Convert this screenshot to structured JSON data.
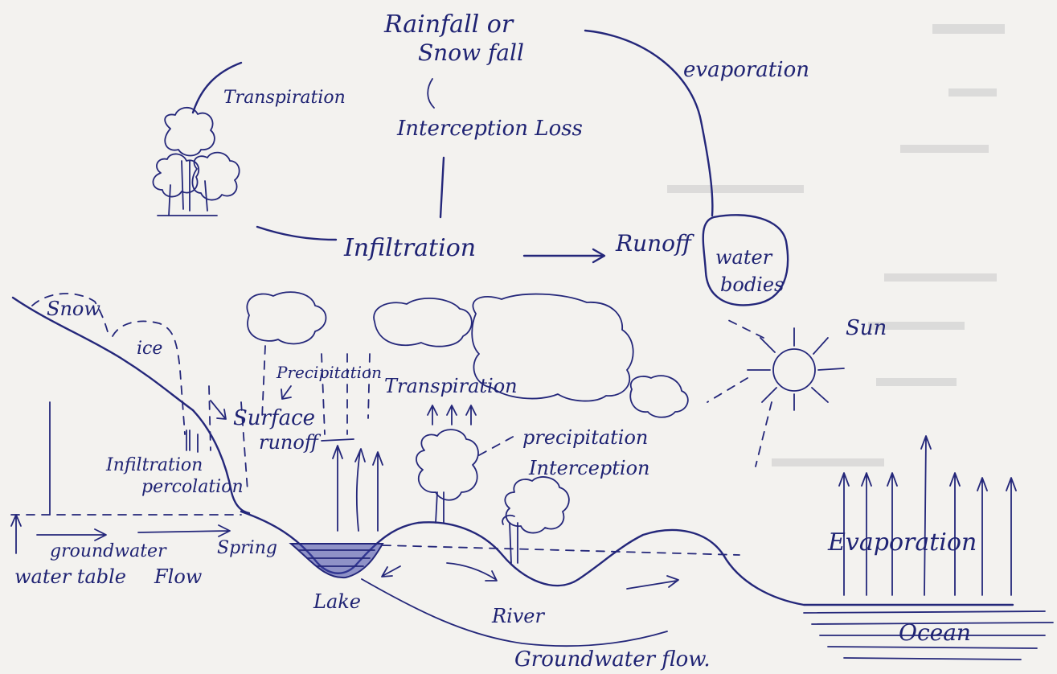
{
  "colors": {
    "paper": "#f3f2ef",
    "ink": "#24277a",
    "lake_fill": "#3d43a6"
  },
  "top_cycle": {
    "rainfall_line1": "Rainfall or",
    "rainfall_line2": "Snow fall",
    "evaporation": "evaporation",
    "transpiration": "Transpiration",
    "interception_loss": "Interception Loss",
    "infiltration": "Infiltration",
    "runoff": "Runoff",
    "water_bodies_line1": "water",
    "water_bodies_line2": "bodies"
  },
  "landscape": {
    "snow": "Snow",
    "ice": "ice",
    "sun": "Sun",
    "precipitation_cloud": "Precipitation",
    "transpiration": "Transpiration",
    "surface_runoff_line1": "Surface",
    "surface_runoff_line2": "runoff",
    "precipitation_tree": "precipitation",
    "interception": "Interception",
    "infiltration_line1": "Infiltration",
    "infiltration_line2": "percolation",
    "groundwater": "groundwater",
    "water_table": "water table",
    "flow": "Flow",
    "spring": "Spring",
    "lake": "Lake",
    "river": "River",
    "groundwater_flow": "Groundwater flow.",
    "evaporation": "Evaporation",
    "ocean": "Ocean"
  },
  "icons": [
    "tree-icon",
    "cloud-icon",
    "sun-icon",
    "arrow-icon"
  ]
}
